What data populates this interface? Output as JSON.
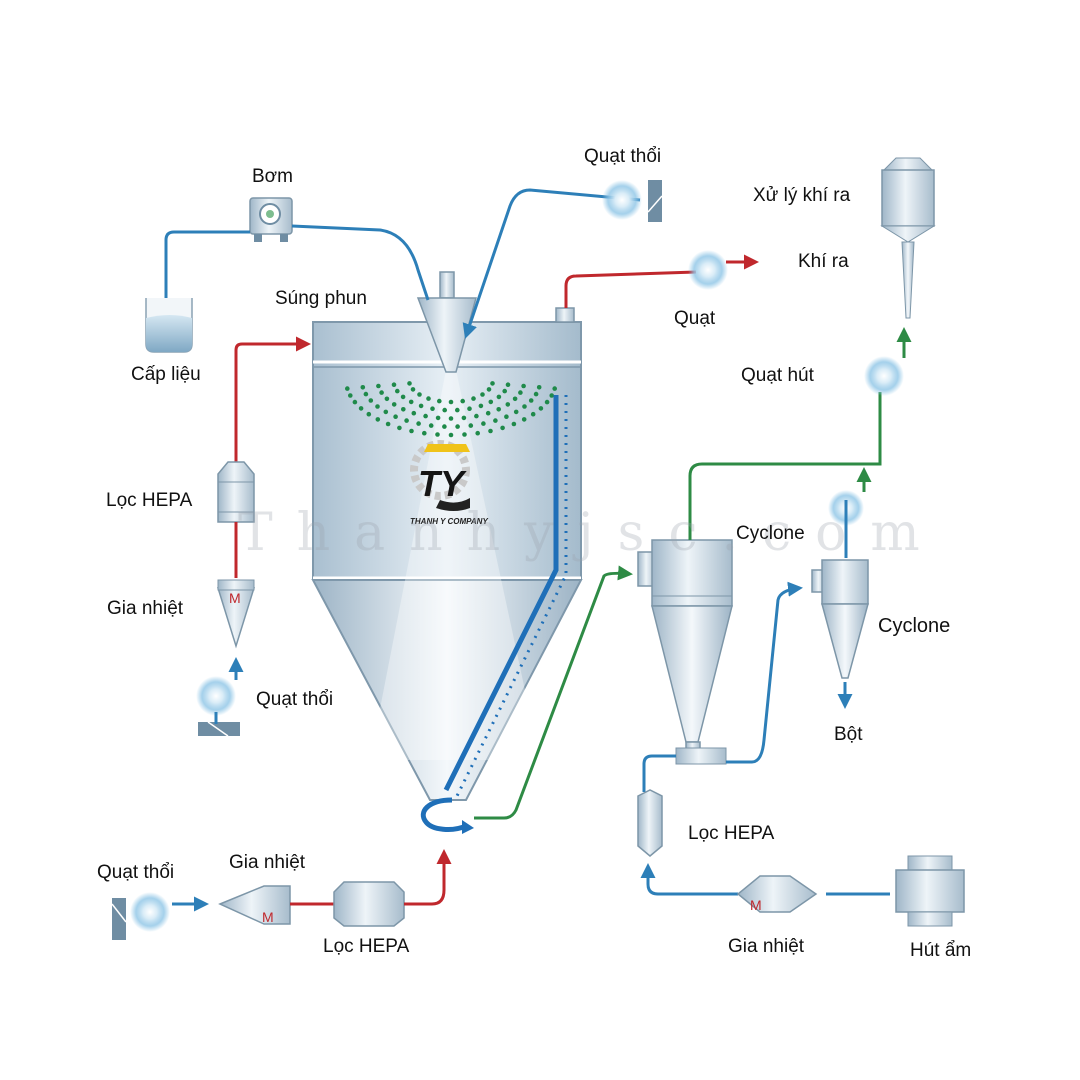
{
  "labels": {
    "pump": "Bơm",
    "blower_top": "Quạt thổi",
    "exhaust_treatment": "Xử lý khí ra",
    "exhaust_air": "Khí ra",
    "spray_gun": "Súng phun",
    "fan": "Quạt",
    "feed": "Cấp liệu",
    "suction_fan": "Quạt hút",
    "hepa_left": "Lọc HEPA",
    "heater_left": "Gia nhiệt",
    "blower_left": "Quạt thổi",
    "cyclone_1": "Cyclone",
    "cyclone_2": "Cyclone",
    "powder": "Bột",
    "hepa_right": "Lọc HEPA",
    "blower_bottom": "Quạt thổi",
    "heater_bottom": "Gia nhiệt",
    "hepa_bottom": "Lọc HEPA",
    "heater_right": "Gia nhiệt",
    "dehumidifier": "Hút ẩm"
  },
  "logo": {
    "letters": "TY",
    "company": "THANH Y COMPANY"
  },
  "watermark": "Thanhyjsc.com",
  "colors": {
    "hot_air": "#c0282d",
    "cold_air": "#2d7fb8",
    "product_air": "#2e8b45",
    "steel": "#b9cad8"
  }
}
